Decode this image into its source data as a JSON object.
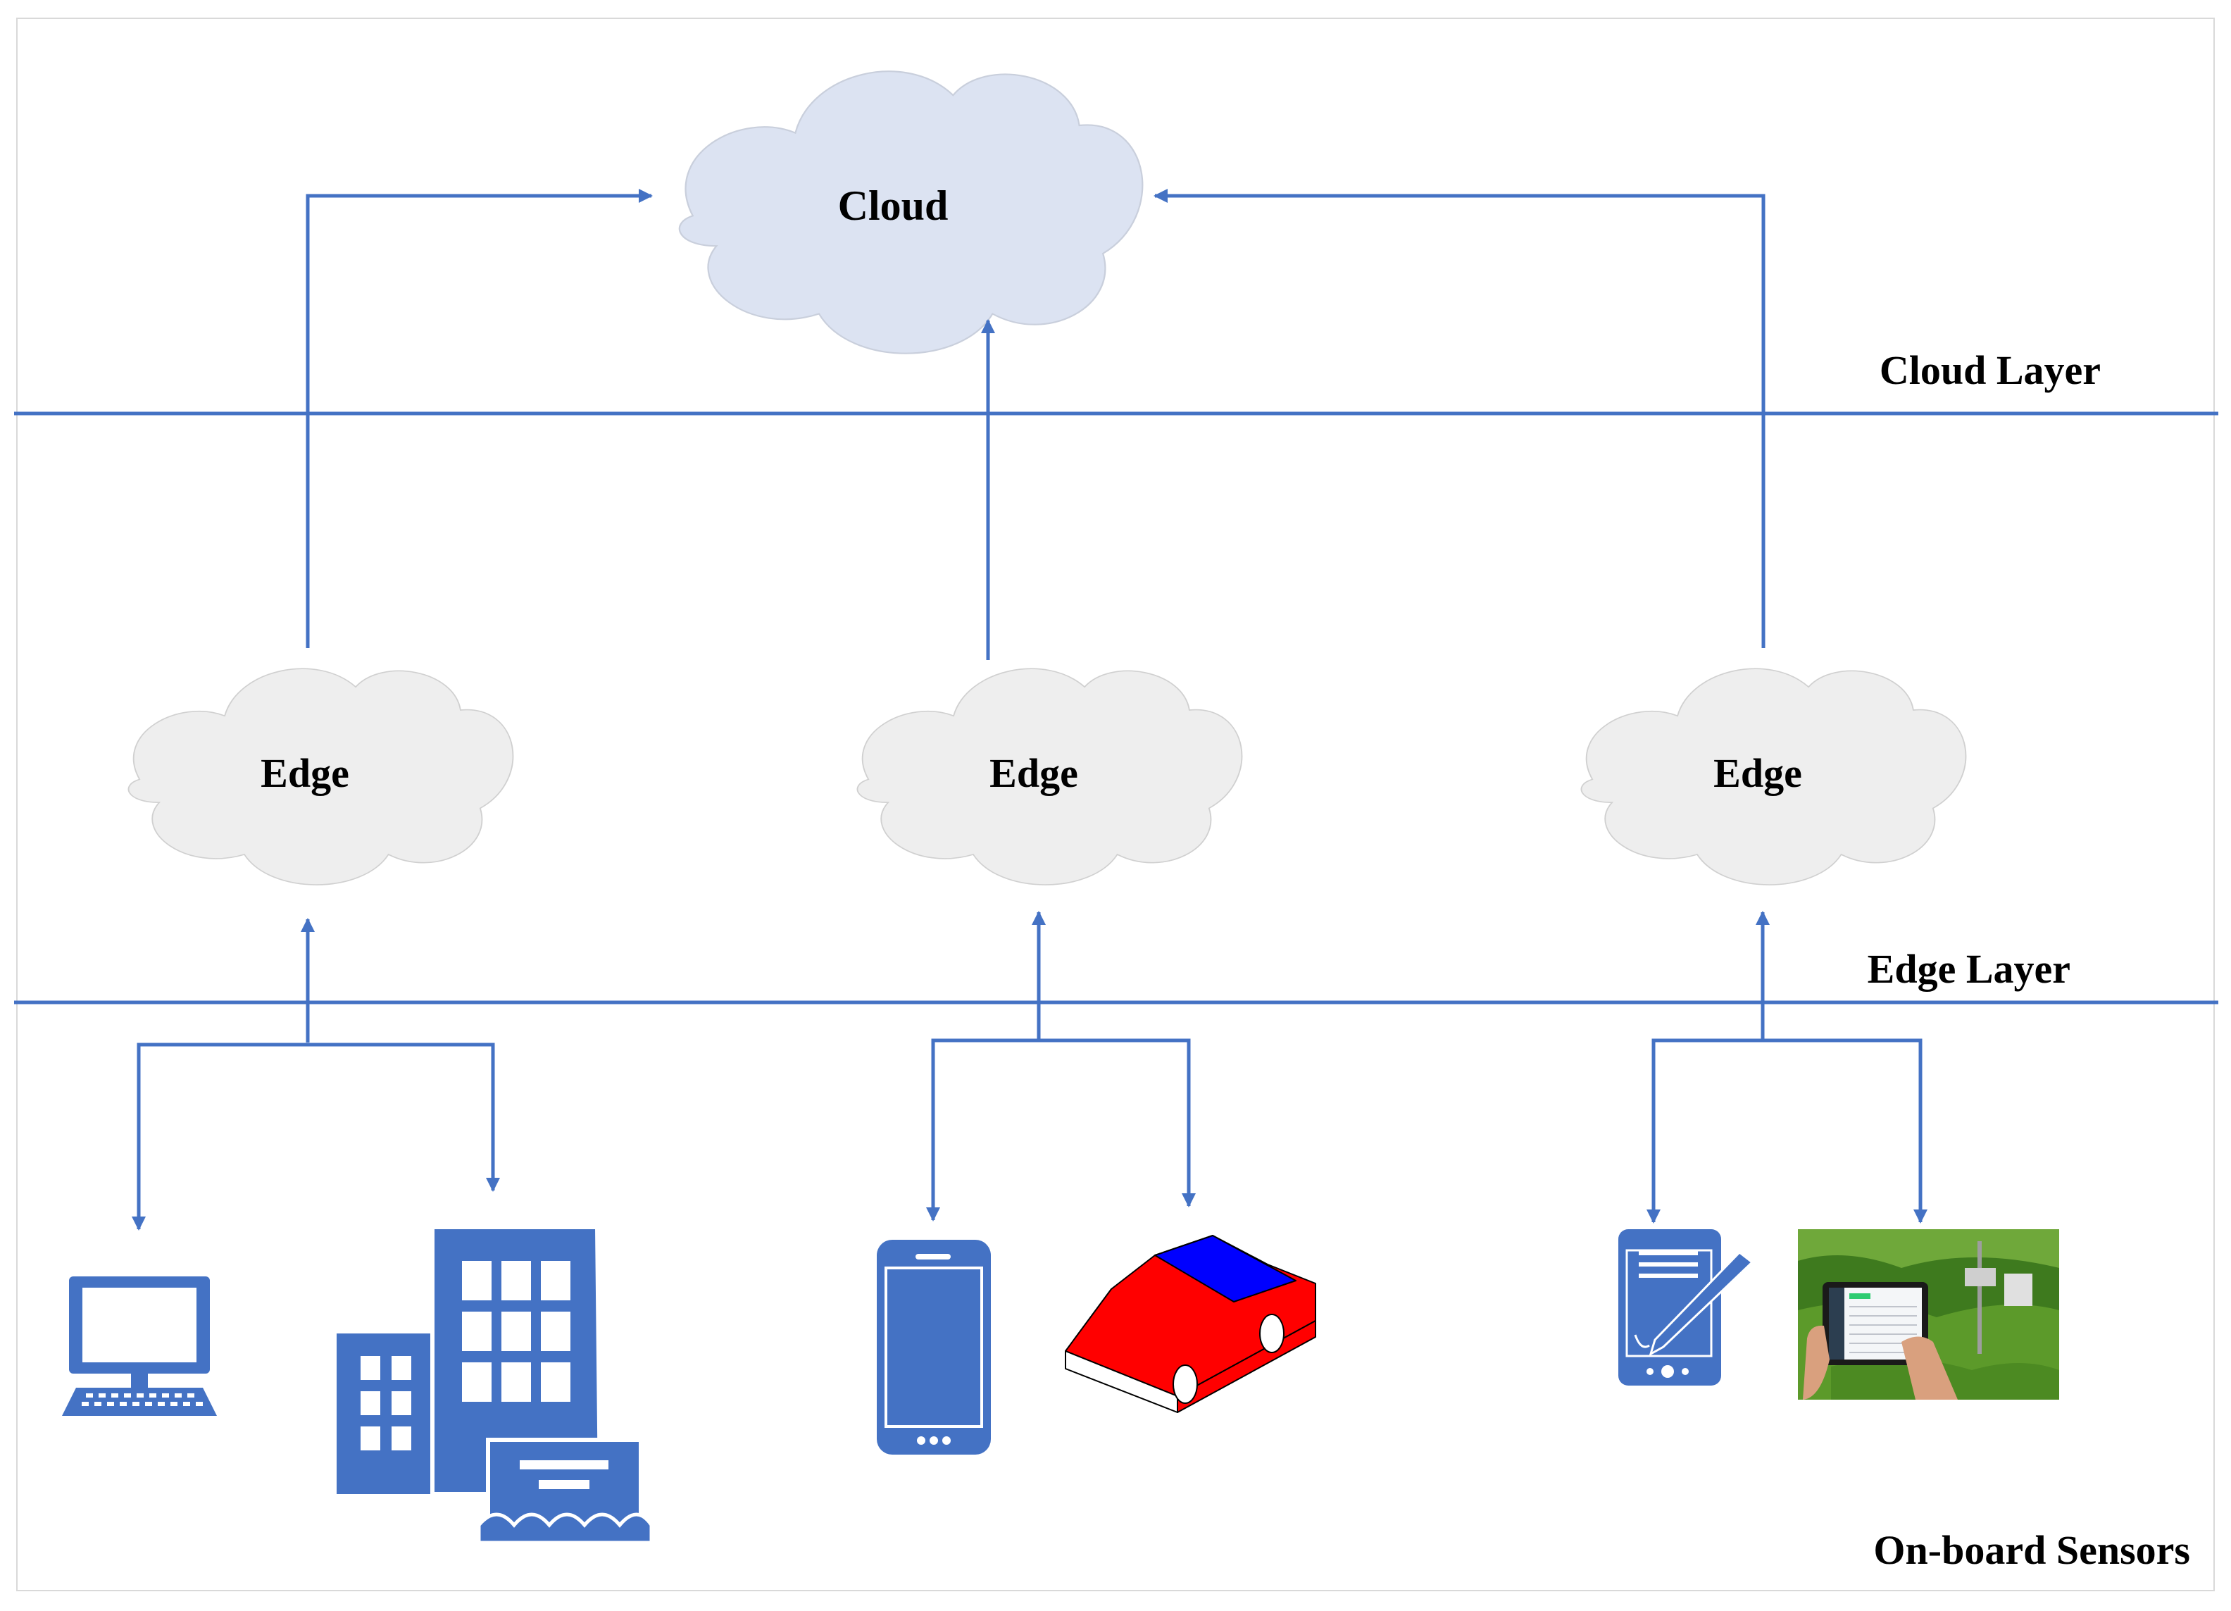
{
  "colors": {
    "line": "#4472C4",
    "icon": "#4472C4",
    "cloud_main": "#DCE3F2",
    "cloud_edge": "#EEEEEE",
    "cloud_outline": "#C9CFDC",
    "car_body": "#FF0000",
    "car_window": "#0000FF",
    "border": "#D9D9D9"
  },
  "cloud": {
    "label": "Cloud"
  },
  "edges": [
    {
      "label": "Edge"
    },
    {
      "label": "Edge"
    },
    {
      "label": "Edge"
    }
  ],
  "layers": {
    "cloud_layer": "Cloud Layer",
    "edge_layer": "Edge Layer",
    "sensor_layer": "On-board Sensors"
  },
  "devices": [
    {
      "icon": "desktop-computer-icon"
    },
    {
      "icon": "office-buildings-icon"
    },
    {
      "icon": "smartphone-icon"
    },
    {
      "icon": "red-car-icon"
    },
    {
      "icon": "tablet-with-stylus-icon"
    },
    {
      "icon": "tablet-in-field-photo-icon"
    }
  ]
}
